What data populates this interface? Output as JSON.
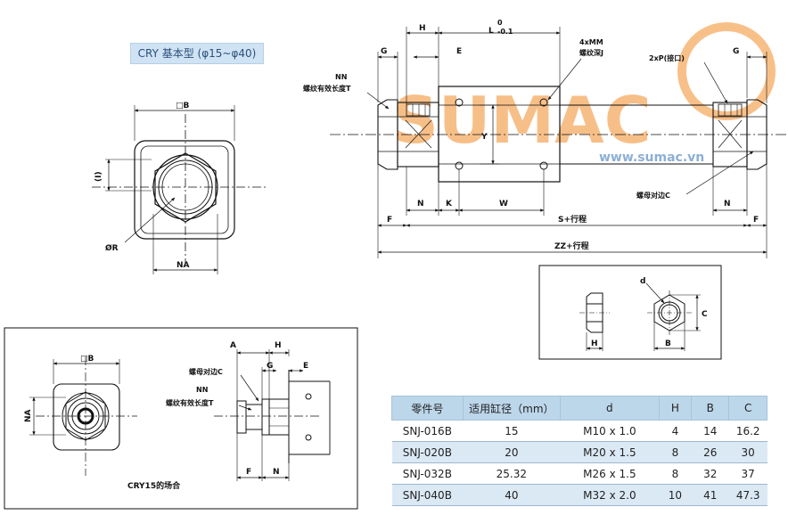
{
  "title_tag": "CRY 基本型 (φ15~φ40)",
  "watermark": {
    "brand": "SUMAC",
    "url": "www.sumac.vn"
  },
  "front_view": {
    "labels": {
      "B": "□B",
      "I": "(I)",
      "R": "ØR",
      "NA": "NA"
    }
  },
  "side_view": {
    "labels": {
      "H": "H",
      "L": "L",
      "L_sup": "0",
      "L_sub": "-0.1",
      "G_left": "G",
      "E": "E",
      "MM": "4xMM",
      "J": "螺纹深J",
      "P": "2xP(接口)",
      "G_right": "G",
      "NN": "NN",
      "T": "螺纹有效长度T",
      "Y": "Y",
      "C": "螺母对边C",
      "N_left": "N",
      "K": "K",
      "W": "W",
      "S": "S+行程",
      "N_right": "N",
      "F_left": "F",
      "F_right": "F",
      "ZZ": "ZZ+行程"
    }
  },
  "nut_detail": {
    "labels": {
      "d": "d",
      "H": "H",
      "B": "B",
      "C": "C"
    }
  },
  "cry15": {
    "caption": "CRY15的场合",
    "labels": {
      "B": "□B",
      "NA": "NA",
      "A": "A",
      "H": "H",
      "C": "螺母对边C",
      "G": "G",
      "E": "E",
      "NN": "NN",
      "T": "螺纹有效长度T",
      "F": "F",
      "N": "N"
    }
  },
  "table": {
    "headers": [
      "零件号",
      "适用缸径（mm）",
      "d",
      "H",
      "B",
      "C"
    ],
    "rows": [
      [
        "SNJ-016B",
        "15",
        "M10 x 1.0",
        "4",
        "14",
        "16.2"
      ],
      [
        "SNJ-020B",
        "20",
        "M20 x 1.5",
        "8",
        "26",
        "30"
      ],
      [
        "SNJ-032B",
        "25.32",
        "M26 x 1.5",
        "8",
        "32",
        "37"
      ],
      [
        "SNJ-040B",
        "40",
        "M32 x 2.0",
        "10",
        "41",
        "47.3"
      ]
    ]
  },
  "colors": {
    "tag_bg": "#cfe3f4",
    "table_header": "#bcd6ea",
    "table_stripe": "#dbe9f5",
    "watermark_orange": "#f28c28",
    "watermark_blue": "#2f6fb5"
  }
}
